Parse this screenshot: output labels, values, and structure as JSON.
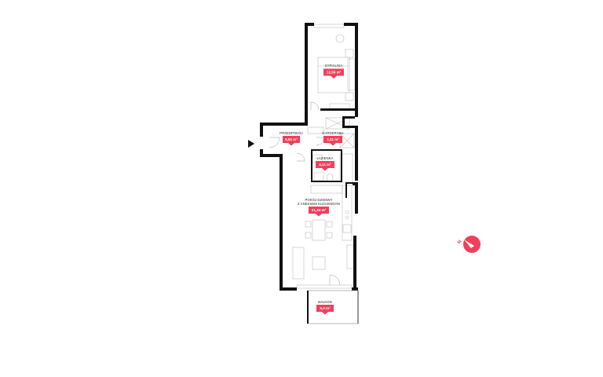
{
  "colors": {
    "accent": "#f0405a",
    "wall": "#111111",
    "furniture": "#bdbdbd",
    "background": "#ffffff"
  },
  "rooms": [
    {
      "id": "bedroom",
      "name": "SYPIALNIA",
      "area": "12,59 m²"
    },
    {
      "id": "hall",
      "name": "PRZEDPOKÓJ",
      "area": "5,61 m²"
    },
    {
      "id": "wardrobe",
      "name": "GARDEROBA",
      "area": "2,31 m²"
    },
    {
      "id": "bathroom",
      "name": "ŁAZIENKA",
      "area": "4,11 m²"
    },
    {
      "id": "living",
      "name_line1": "POKÓJ DZIENNY",
      "name_line2": "Z ANEKSEM KUCHENNYM",
      "area": "21,34 m²"
    },
    {
      "id": "balcony",
      "name": "BALKON",
      "area": "5,0 m²"
    }
  ],
  "entrance": {
    "icon": "entrance-arrow-icon"
  },
  "compass": {
    "letter": "N",
    "icon": "compass-icon"
  }
}
